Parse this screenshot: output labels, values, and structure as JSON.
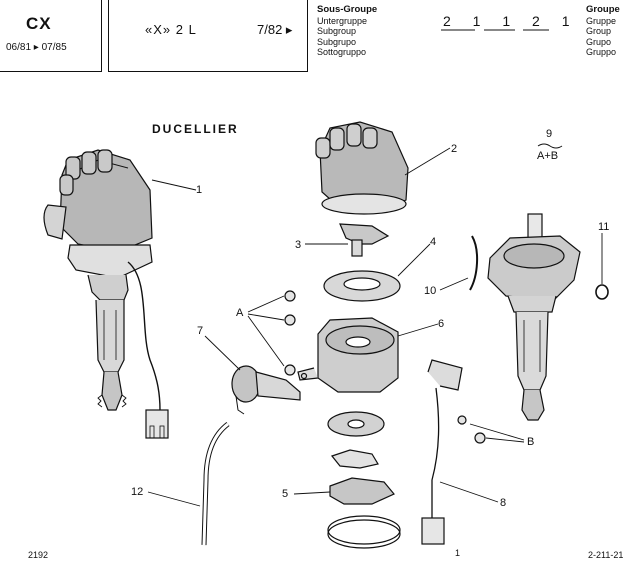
{
  "header": {
    "model": "CX",
    "dates": "06/81 ▸ 07/85",
    "variant": "«X» 2 L",
    "variant_date": "7/82 ▸",
    "subgroup_labels": [
      "Sous-Groupe",
      "Untergruppe",
      "Subgroup",
      "Subgrupo",
      "Sottogruppo"
    ],
    "group_labels": [
      "Groupe",
      "Gruppe",
      "Group",
      "Grupo",
      "Gruppo"
    ],
    "code": "2 1 1 2 1"
  },
  "diagram": {
    "brand": "DUCELLIER",
    "variant_code": "9",
    "variant_sub": "A+B",
    "callouts": [
      "1",
      "2",
      "3",
      "4",
      "5",
      "6",
      "7",
      "8",
      "10",
      "11",
      "12",
      "A",
      "B"
    ],
    "footer_left": "2192",
    "footer_right": "2-211-21",
    "footer_mid": "1"
  }
}
